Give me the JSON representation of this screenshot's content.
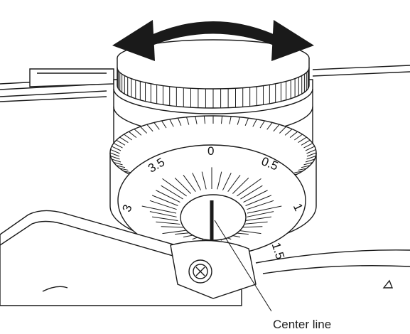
{
  "diagram": {
    "dial_labels": [
      "0",
      "0.5",
      "1",
      "1.5",
      "3",
      "3.5"
    ],
    "callout_label": "Center line",
    "arrow_icon": "double-headed-rotation-arrow",
    "colors": {
      "line": "#1a1a1a",
      "fill": "#ffffff"
    }
  }
}
